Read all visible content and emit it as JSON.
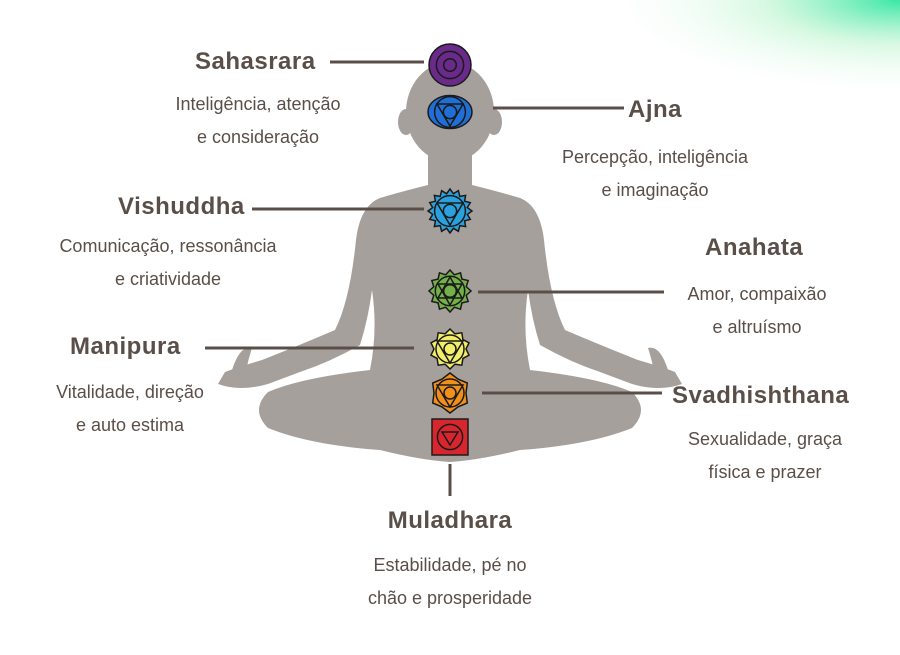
{
  "colors": {
    "text": "#5a4f48",
    "silhouette": "#a6a09c",
    "line": "#5a4f48"
  },
  "chakras": [
    {
      "name": "Sahasrara",
      "desc1": "Inteligência, atenção",
      "desc2": "e consideração",
      "color": "#6a2a8a"
    },
    {
      "name": "Ajna",
      "desc1": "Percepção, inteligência",
      "desc2": "e imaginação",
      "color": "#1f6fd6"
    },
    {
      "name": "Vishuddha",
      "desc1": "Comunicação, ressonância",
      "desc2": "e criatividade",
      "color": "#2aa0dc"
    },
    {
      "name": "Anahata",
      "desc1": "Amor, compaixão",
      "desc2": "e altruísmo",
      "color": "#74b04a"
    },
    {
      "name": "Manipura",
      "desc1": "Vitalidade, direção",
      "desc2": "e auto estima",
      "color": "#f2ee6a"
    },
    {
      "name": "Svadhishthana",
      "desc1": "Sexualidade, graça",
      "desc2": "física e prazer",
      "color": "#f0901a"
    },
    {
      "name": "Muladhara",
      "desc1": "Estabilidade, pé no",
      "desc2": "chão e prosperidade",
      "color": "#d8262e"
    }
  ]
}
